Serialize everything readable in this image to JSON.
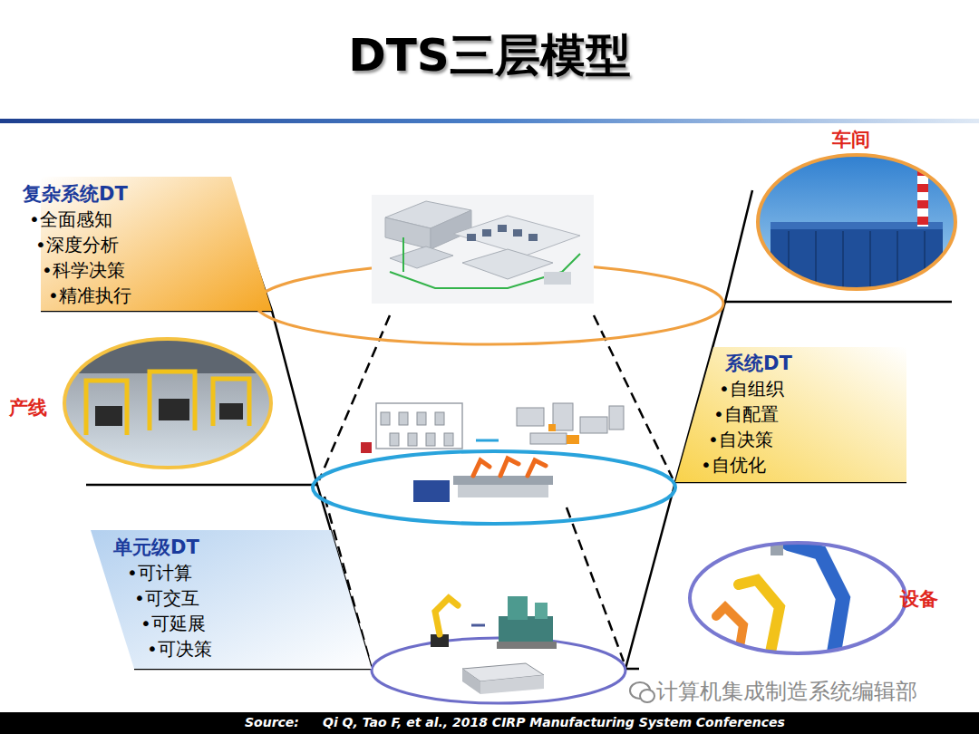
{
  "diagram": {
    "title": "DTS三层模型",
    "nodes": [
      {
        "text": [
          "复杂系统DT",
          "•全面感知",
          "•深度分析",
          "•科学决策",
          "•精准执行"
        ]
      },
      {
        "text": [
          "系统DT",
          "•自组织",
          "•自配置",
          "•自决策",
          "•自优化"
        ]
      },
      {
        "text": [
          "单元级DT",
          "•可计算",
          "•可交互",
          "•可延展",
          "•可决策"
        ]
      }
    ],
    "labels": [
      "车间",
      "产线",
      "设备",
      "计算机集成制造系统编辑部",
      "Source:",
      "Qi Q, Tao F, et al., 2018 CIRP Manufacturing System Conferences"
    ]
  }
}
